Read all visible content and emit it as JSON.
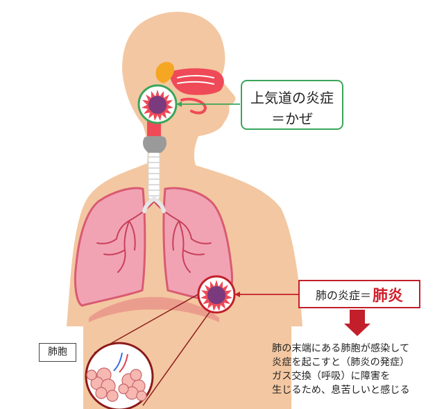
{
  "colors": {
    "skin": "#f3c7a1",
    "lung": "#f1a3b4",
    "airway_red": "#ef4a57",
    "germ": "#7b3a7e",
    "cold_border": "#3aa55a",
    "pneumonia_red": "#c21f2a"
  },
  "upper_airway_callout": {
    "title": "上気道の炎症",
    "subtitle": "＝かぜ"
  },
  "lung_callout": {
    "label_prefix": "肺の炎症＝",
    "label_emphasis": "肺炎"
  },
  "alveoli_label": "肺胞",
  "description": {
    "lines": [
      "肺の末端にある肺胞が感染して",
      "炎症を起こすと（肺炎の発症）",
      "ガス交換（呼吸）に障害を",
      "生じるため、息苦しいと感じる"
    ]
  },
  "icons": [
    "germ-icon",
    "down-arrow-icon"
  ]
}
